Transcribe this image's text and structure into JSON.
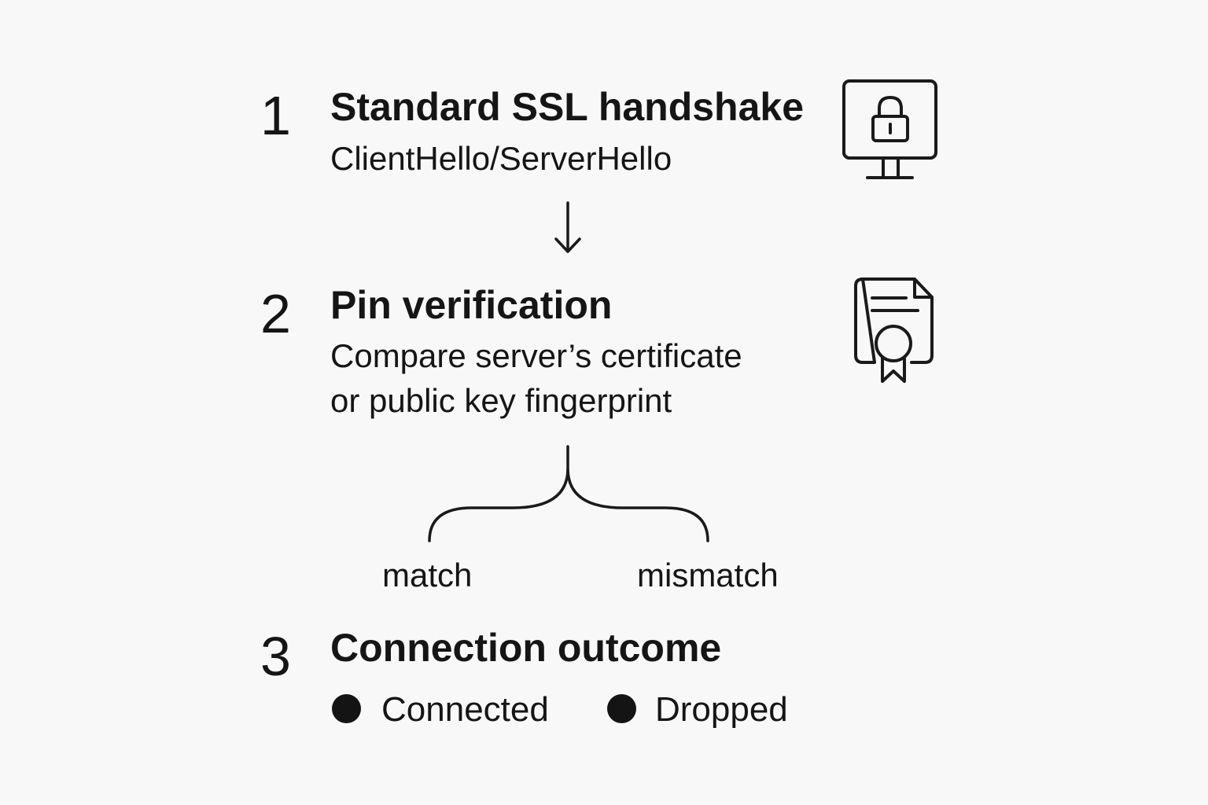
{
  "steps": [
    {
      "number": "1",
      "title": "Standard SSL handshake",
      "description": "ClientHello/ServerHello",
      "icon": "monitor-lock-icon"
    },
    {
      "number": "2",
      "title": "Pin verification",
      "description_lines": [
        "Compare server’s certificate",
        "or public key fingerprint"
      ],
      "icon": "certificate-icon"
    },
    {
      "number": "3",
      "title": "Connection outcome"
    }
  ],
  "branches": {
    "left": "match",
    "right": "mismatch"
  },
  "outcomes": [
    {
      "label": "Connected",
      "marker_color": "#141414"
    },
    {
      "label": "Dropped",
      "marker_color": "#141414"
    }
  ],
  "colors": {
    "background": "#f8f8f8",
    "ink": "#151515"
  }
}
